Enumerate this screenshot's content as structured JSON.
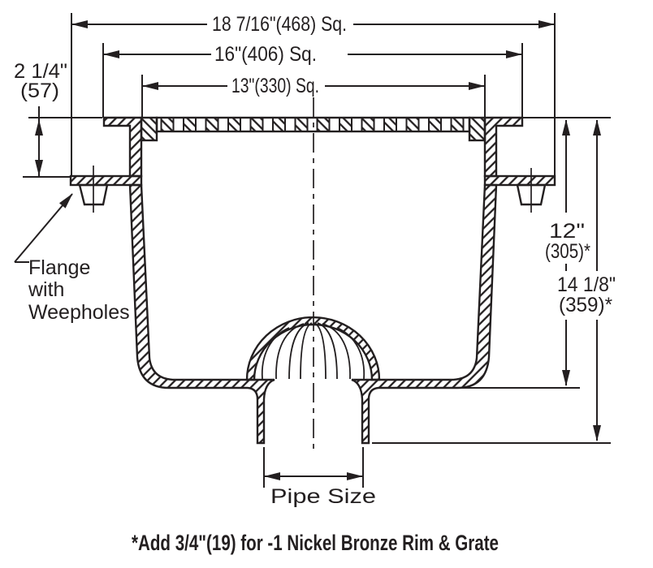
{
  "drawing": {
    "type": "floor-drain-cross-section",
    "dims": {
      "overall_square": "18 7/16\"(468) Sq.",
      "rim_square": "16\"(406) Sq.",
      "grate_square": "13\"(330) Sq.",
      "rim_height_in": "2 1/4\"",
      "rim_height_mm": "(57)",
      "body_depth_in": "12\"",
      "body_depth_mm": "(305)*",
      "overall_depth_in": "14 1/8\"",
      "overall_depth_mm": "(359)*",
      "pipe_size_label": "Pipe Size"
    },
    "labels": {
      "flange_line1": "Flange",
      "flange_line2": "with",
      "flange_line3": "Weepholes"
    },
    "footnote": "*Add 3/4\"(19) for -1 Nickel Bronze Rim & Grate",
    "colors": {
      "ink": "#231f20",
      "background": "#ffffff"
    }
  }
}
